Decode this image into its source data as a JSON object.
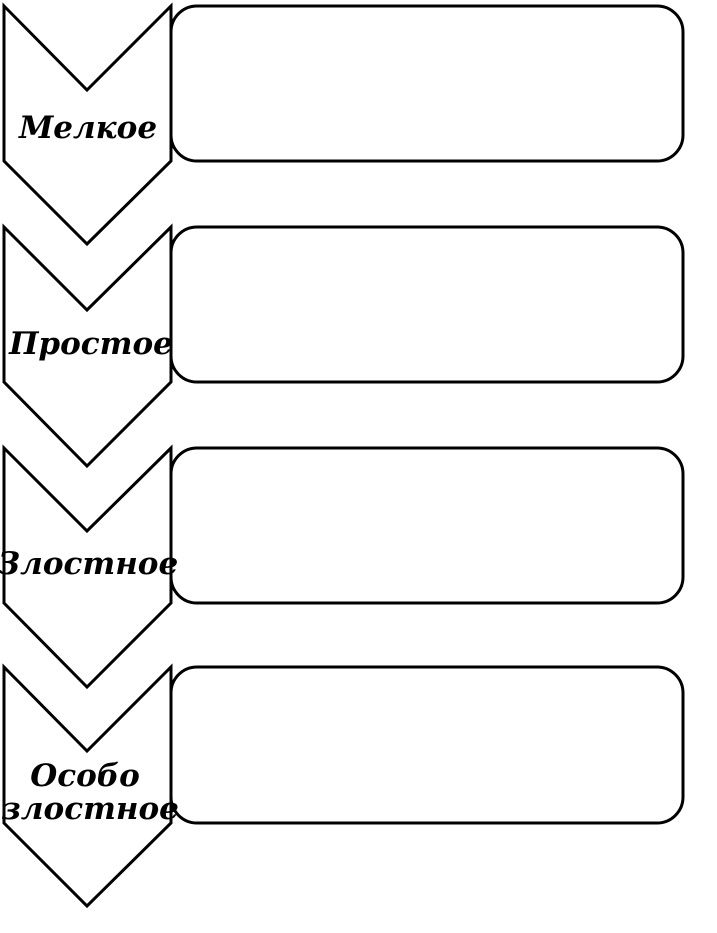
{
  "diagram": {
    "items": [
      {
        "label_lines": [
          "Мелкое"
        ],
        "text": ""
      },
      {
        "label_lines": [
          "Простое"
        ],
        "text": ""
      },
      {
        "label_lines": [
          "Злостное"
        ],
        "text": ""
      },
      {
        "label_lines": [
          "Особо",
          "злостное"
        ],
        "text": ""
      }
    ]
  }
}
